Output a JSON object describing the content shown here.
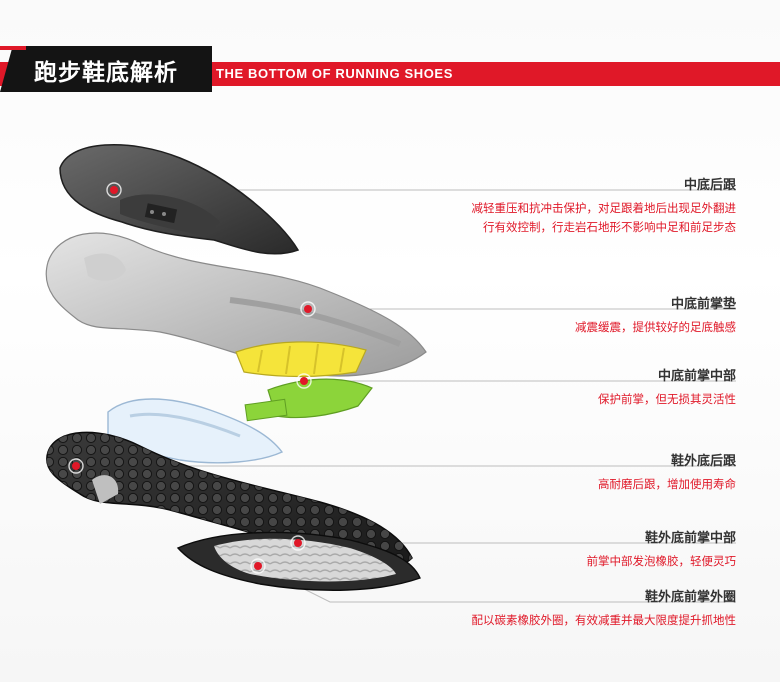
{
  "header": {
    "title_cn": "跑步鞋底解析",
    "title_en": "THE BOTTOM OF RUNNING SHOES"
  },
  "colors": {
    "accent": "#e01828",
    "heading": "#333333",
    "leader_line": "#bbbbbb",
    "insole_yellow": "#f5e43a",
    "insole_green": "#8cd43a"
  },
  "callouts": [
    {
      "heading": "中底后跟",
      "desc1": "减轻重压和抗冲击保护，对足跟着地后出现足外翻进",
      "desc2": "行有效控制，行走岩石地形不影响中足和前足步态"
    },
    {
      "heading": "中底前掌垫",
      "desc1": "减震缓震，提供较好的足底触感"
    },
    {
      "heading": "中底前掌中部",
      "desc1": "保护前掌，但无损其灵活性"
    },
    {
      "heading": "鞋外底后跟",
      "desc1": "高耐磨后跟，增加使用寿命"
    },
    {
      "heading": "鞋外底前掌中部",
      "desc1": "前掌中部发泡橡胶，轻便灵巧"
    },
    {
      "heading": "鞋外底前掌外圈",
      "desc1": "配以碳素橡胶外圈，有效减重并最大限度提升抓地性"
    }
  ]
}
